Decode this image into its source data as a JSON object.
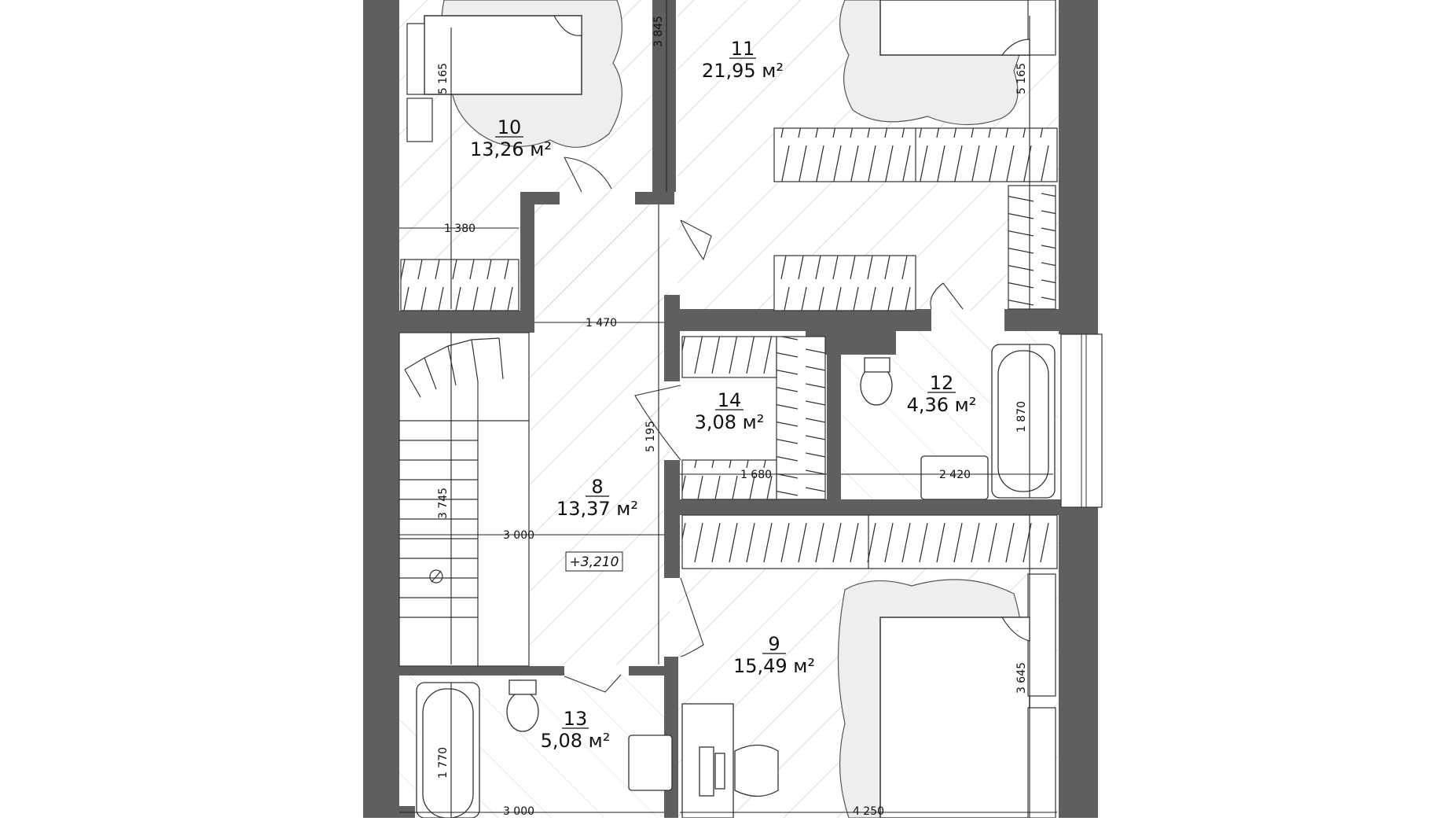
{
  "rooms": [
    {
      "id": "10",
      "number": "10",
      "area": "13,26 м²"
    },
    {
      "id": "11",
      "number": "11",
      "area": "21,95 м²"
    },
    {
      "id": "14",
      "number": "14",
      "area": "3,08 м²"
    },
    {
      "id": "12",
      "number": "12",
      "area": "4,36 м²"
    },
    {
      "id": "8",
      "number": "8",
      "area": "13,37 м²"
    },
    {
      "id": "9",
      "number": "9",
      "area": "15,49 м²"
    },
    {
      "id": "13",
      "number": "13",
      "area": "5,08 м²"
    }
  ],
  "dimensions": {
    "d_3845": "3 845",
    "d_5165_left": "5 165",
    "d_5165_right": "5 165",
    "d_1380": "1 380",
    "d_1470": "1 470",
    "d_1870": "1 870",
    "d_5195": "5 195",
    "d_1680": "1 680",
    "d_2420": "2 420",
    "d_3745": "3 745",
    "d_3000_mid": "3 000",
    "d_3645": "3 645",
    "d_1770": "1 770",
    "d_3000_bottom": "3 000",
    "d_4250": "4 250"
  },
  "level_mark": "+3,210",
  "colors": {
    "wall": "#5f5f5f",
    "line": "#2a2a2a",
    "hatch": "#bdbdbd",
    "background": "#ffffff"
  }
}
